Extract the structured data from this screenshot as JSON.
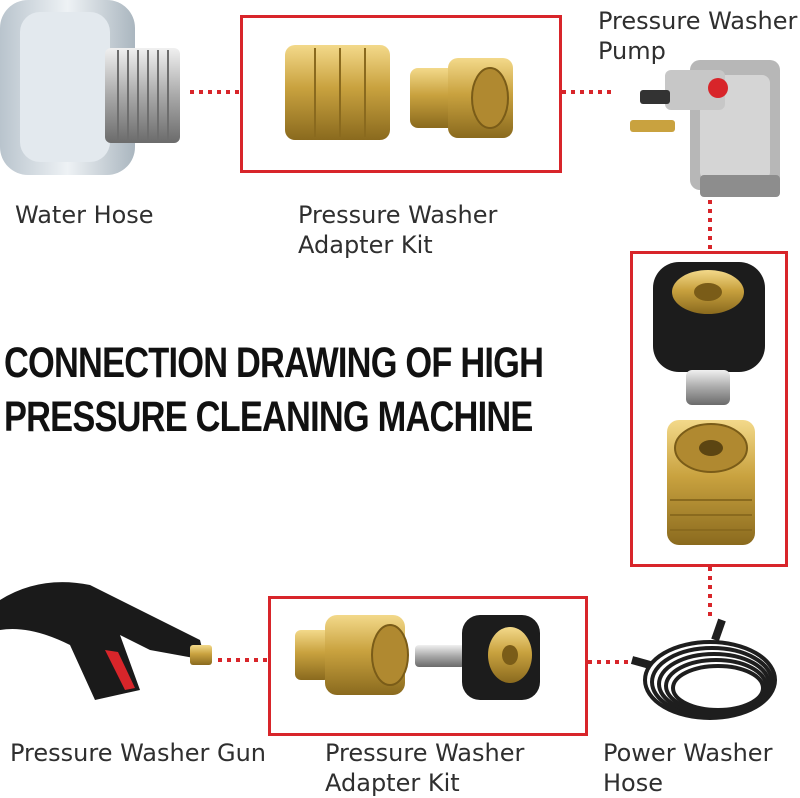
{
  "title": {
    "line1": "CONNECTION DRAWING OF HIGH",
    "line2": "PRESSURE CLEANING MACHINE"
  },
  "labels": {
    "water_hose": "Water Hose",
    "adapter_kit_top_l1": "Pressure Washer",
    "adapter_kit_top_l2": "Adapter Kit",
    "pump_l1": "Pressure Washer",
    "pump_l2": "Pump",
    "gun": "Pressure Washer Gun",
    "adapter_kit_bottom_l1": "Pressure Washer",
    "adapter_kit_bottom_l2": "Adapter Kit",
    "power_hose_l1": "Power Washer",
    "power_hose_l2": "Hose"
  },
  "colors": {
    "frame": "#d8252a",
    "connector_dots": "#d8252a",
    "brass": "#c9a23f",
    "fitting_black": "#222222"
  },
  "icons": [
    "water-hose-icon",
    "brass-coupler-icon",
    "pump-icon",
    "m22-fitting-icon",
    "spray-gun-icon",
    "coiled-hose-icon"
  ]
}
